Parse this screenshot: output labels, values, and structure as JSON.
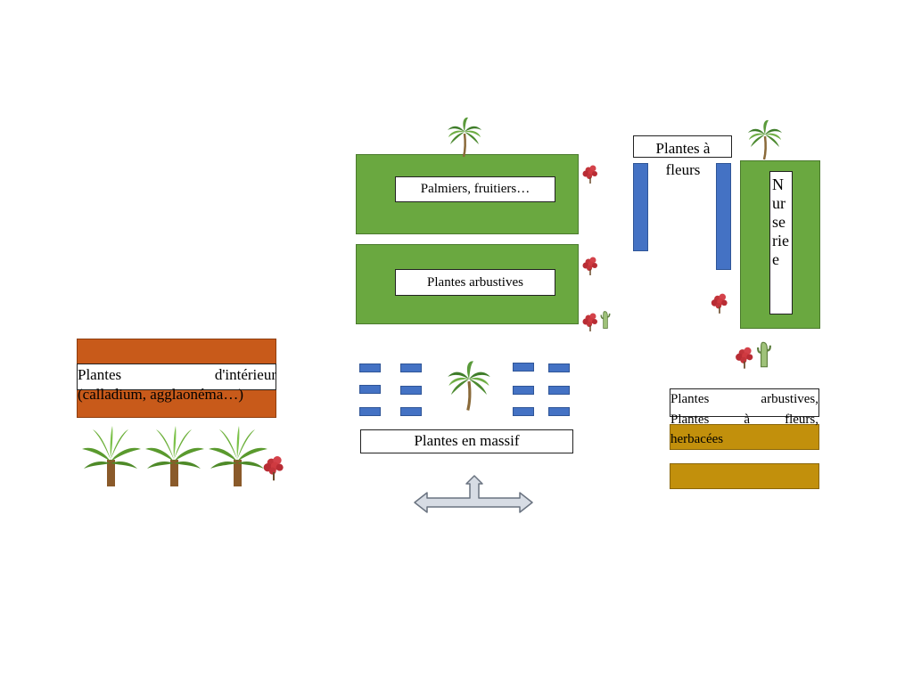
{
  "zones": {
    "palmiers": "Palmiers, fruitiers…",
    "arbustives": "Plantes arbustives",
    "fleurs": "Plantes à fleurs",
    "nurserie": "Nurserie",
    "nurserie_lines": [
      "N",
      "ur",
      "se",
      "rie",
      "e"
    ],
    "interieur_line1_a": "Plantes",
    "interieur_line1_b": "d'intérieur",
    "interieur_line2": "(calladium, agglaonéma…)",
    "massif": "Plantes en massif",
    "mixte_line1_a": "Plantes",
    "mixte_line1_b": "arbustives,",
    "mixte_line2_a": "Plantes",
    "mixte_line2_b": "à",
    "mixte_line2_c": "fleurs,",
    "mixte_line3": "herbacées"
  },
  "colors": {
    "grass": "#6aa840",
    "bed_orange": "#c85a1a",
    "bed_ochre": "#c2900c",
    "flower_row": "#4472c4",
    "arrow": "#d7dce4"
  },
  "icons": [
    "palm-tree-icon",
    "flowering-shrub-icon",
    "cactus-icon",
    "banana-plant-icon",
    "double-arrow-icon"
  ]
}
